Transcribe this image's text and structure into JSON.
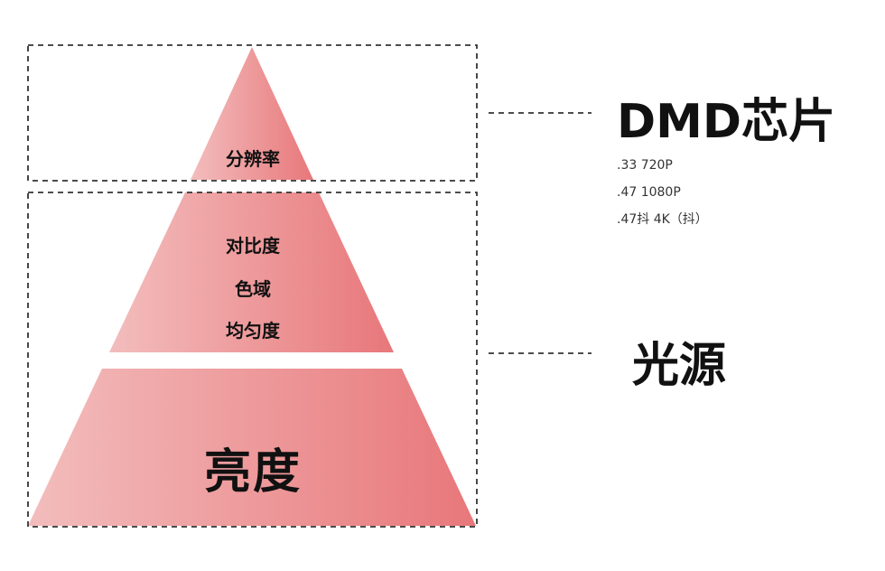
{
  "pyramid": {
    "top": {
      "label": "分辨率"
    },
    "middle": {
      "labels": [
        "对比度",
        "色域",
        "均匀度"
      ]
    },
    "base": {
      "label": "亮度"
    }
  },
  "groups": {
    "dmd": {
      "title": "DMD芯片",
      "specs": [
        ".33 720P",
        ".47 1080P",
        ".47抖 4K（抖）"
      ]
    },
    "light_source": {
      "title": "光源"
    }
  },
  "colors": {
    "pyramid_light": "#f3bdbd",
    "pyramid_dark": "#e8777a",
    "dash_line": "#333333"
  }
}
